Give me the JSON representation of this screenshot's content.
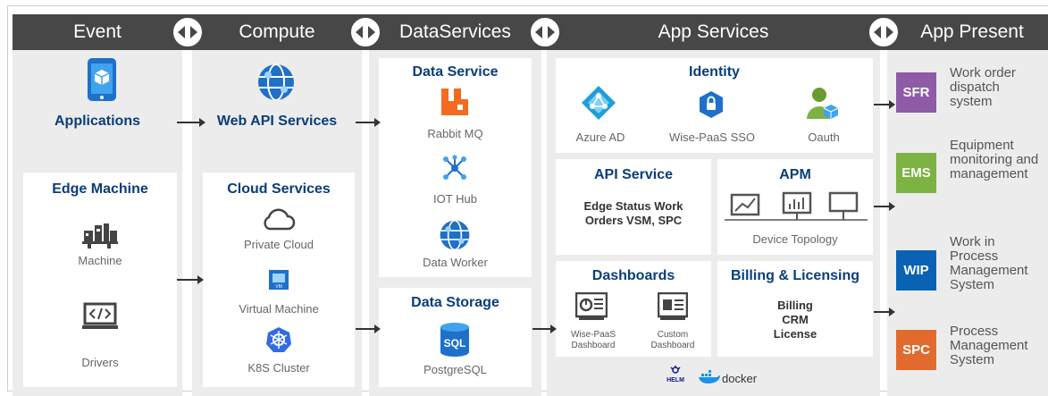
{
  "headers": {
    "event": "Event",
    "compute": "Compute",
    "data_services": "DataServices",
    "app_services": "App Services",
    "app_present": "App Present"
  },
  "event": {
    "applications": "Applications",
    "edge_machine": "Edge Machine",
    "machine": "Machine",
    "drivers": "Drivers"
  },
  "compute": {
    "web_api": "Web API Services",
    "cloud_services": "Cloud Services",
    "private_cloud": "Private Cloud",
    "virtual_machine": "Virtual Machine",
    "vm_tag": "VM",
    "k8s": "K8S Cluster"
  },
  "data_services": {
    "data_service": "Data Service",
    "rabbit": "Rabbit MQ",
    "iot_hub": "IOT Hub",
    "data_worker": "Data Worker",
    "data_storage": "Data Storage",
    "sql_tag": "SQL",
    "postgres": "PostgreSQL"
  },
  "app_services": {
    "identity": "Identity",
    "azure_ad": "Azure AD",
    "wise_sso": "Wise-PaaS SSO",
    "oauth": "Oauth",
    "api_service": "API Service",
    "api_line1": "Edge Status Work",
    "api_line2": "Orders VSM, SPC",
    "apm": "APM",
    "device_topology": "Device Topology",
    "dashboards": "Dashboards",
    "wise_dash_1": "Wise-PaaS",
    "wise_dash_2": "Dashboard",
    "custom_dash_1": "Custom",
    "custom_dash_2": "Dashboard",
    "billing_title": "Billing & Licensing",
    "billing": "Billing",
    "crm": "CRM",
    "license": "License",
    "helm": "HELM",
    "docker": "docker"
  },
  "app_present": [
    {
      "code": "SFR",
      "color": "#8e5ba7",
      "lines": [
        "Work order",
        "dispatch",
        "system"
      ]
    },
    {
      "code": "EMS",
      "color": "#7cb342",
      "lines": [
        "Equipment",
        "monitoring and",
        "management"
      ]
    },
    {
      "code": "WIP",
      "color": "#0a62b5",
      "lines": [
        "Work in",
        "Process",
        "Management",
        "System"
      ]
    },
    {
      "code": "SPC",
      "color": "#e36a2e",
      "lines": [
        "Process",
        "Management",
        "System"
      ]
    }
  ],
  "colors": {
    "header": "#474747",
    "title_blue": "#0a3d7a",
    "icon_blue": "#1f70c9",
    "rabbit_orange": "#f26b21",
    "column_bg": "#ececec"
  }
}
